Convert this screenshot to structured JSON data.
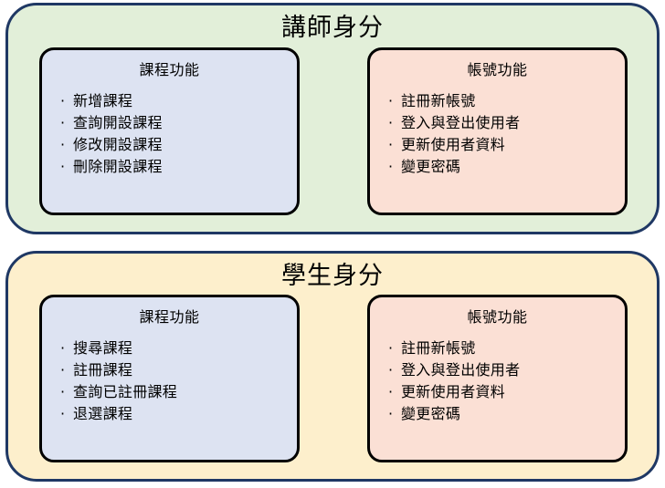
{
  "diagram": {
    "title_hidden": "",
    "sections": [
      {
        "id": "instructor",
        "title": "講師身分",
        "fill_color": "#E2EFD9",
        "border_color": "#1F3864",
        "panels": [
          {
            "id": "course-functions",
            "title": "課程功能",
            "fill_color": "#DDE3F2",
            "bullet": "·",
            "items": [
              "新增課程",
              "查詢開設課程",
              "修改開設課程",
              "刪除開設課程"
            ]
          },
          {
            "id": "account-functions",
            "title": "帳號功能",
            "fill_color": "#FBE0D5",
            "bullet": "·",
            "items": [
              "註冊新帳號",
              "登入與登出使用者",
              "更新使用者資料",
              "變更密碼"
            ]
          }
        ]
      },
      {
        "id": "student",
        "title": "學生身分",
        "fill_color": "#FDEFCC",
        "border_color": "#1F3864",
        "panels": [
          {
            "id": "course-functions",
            "title": "課程功能",
            "fill_color": "#DDE3F2",
            "bullet": "·",
            "items": [
              "搜尋課程",
              "註冊課程",
              "查詢已註冊課程",
              "退選課程"
            ]
          },
          {
            "id": "account-functions",
            "title": "帳號功能",
            "fill_color": "#FBE0D5",
            "bullet": "·",
            "items": [
              "註冊新帳號",
              "登入與登出使用者",
              "更新使用者資料",
              "變更密碼"
            ]
          }
        ]
      }
    ]
  }
}
